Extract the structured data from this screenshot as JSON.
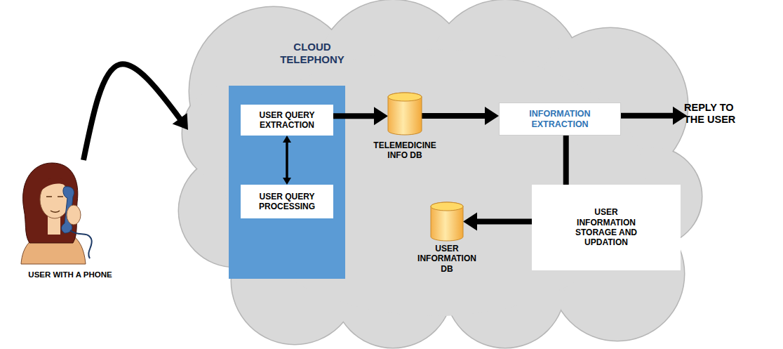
{
  "diagram": {
    "nodes": [
      {
        "text": [
          "USER WITH A PHONE"
        ]
      },
      {
        "text": [
          "CLOUD TELEPHONY"
        ]
      },
      {
        "text": [
          "USER QUERY EXTRACTION"
        ],
        "in": 1
      },
      {
        "text": [
          "USER QUERY PROCESSING"
        ],
        "in": 1
      },
      {
        "text": [
          "TELEMEDICINE INFO DB"
        ],
        "in": 1
      },
      {
        "text": [
          "INFORMATION EXTRACTION"
        ],
        "in": 1
      },
      {
        "text": [
          "USER INFORMATION STORAGE AND UPDATION"
        ],
        "in": 1
      },
      {
        "text": [
          "USER INFORMATION DB"
        ],
        "in": 1
      },
      {
        "text": [
          "REPLY TO THE USER"
        ]
      }
    ],
    "edges": [
      {
        "from": 0,
        "to": 1,
        "arrow": "to"
      },
      {
        "from": 2,
        "to": 3,
        "arrow": "both"
      },
      {
        "from": 2,
        "to": 4,
        "arrow": "to"
      },
      {
        "from": 4,
        "to": 5,
        "arrow": "to"
      },
      {
        "from": 5,
        "to": 8,
        "arrow": "to"
      },
      {
        "from": 5,
        "to": 6,
        "arrow": "none"
      },
      {
        "from": 6,
        "to": 7,
        "arrow": "to"
      }
    ]
  }
}
